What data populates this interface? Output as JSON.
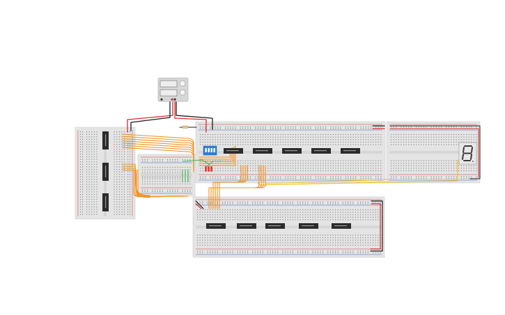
{
  "canvas": {
    "background": "#ffffff"
  },
  "colors": {
    "breadboard": "#e4e4e4",
    "breadboard_edge": "#cfcfcf",
    "hole": "#7c7c7c",
    "rail_red": "#d63b3b",
    "rail_black": "#222222",
    "wire_orange": "#f0921e",
    "wire_yellow": "#f2c21b",
    "wire_green": "#49b35a",
    "wire_red": "#d92b2b",
    "wire_black": "#1b1b1b",
    "chip": "#2b2b2b",
    "dip_switch": "#2f7fd0",
    "seven_segment_body": "#e8e8e8",
    "power_supply": "#d7d7d7"
  },
  "components": {
    "power_supply": {
      "name": "power-supply"
    },
    "dip_switch": {
      "name": "dip-switch",
      "switches": 4
    },
    "seven_segment": {
      "name": "seven-segment-display"
    },
    "chips_upper": {
      "count": 5
    },
    "chips_lower": {
      "count": 5
    },
    "chips_left": {
      "count": 3
    },
    "leds": {
      "count": 3,
      "color": "#e0483c"
    }
  }
}
